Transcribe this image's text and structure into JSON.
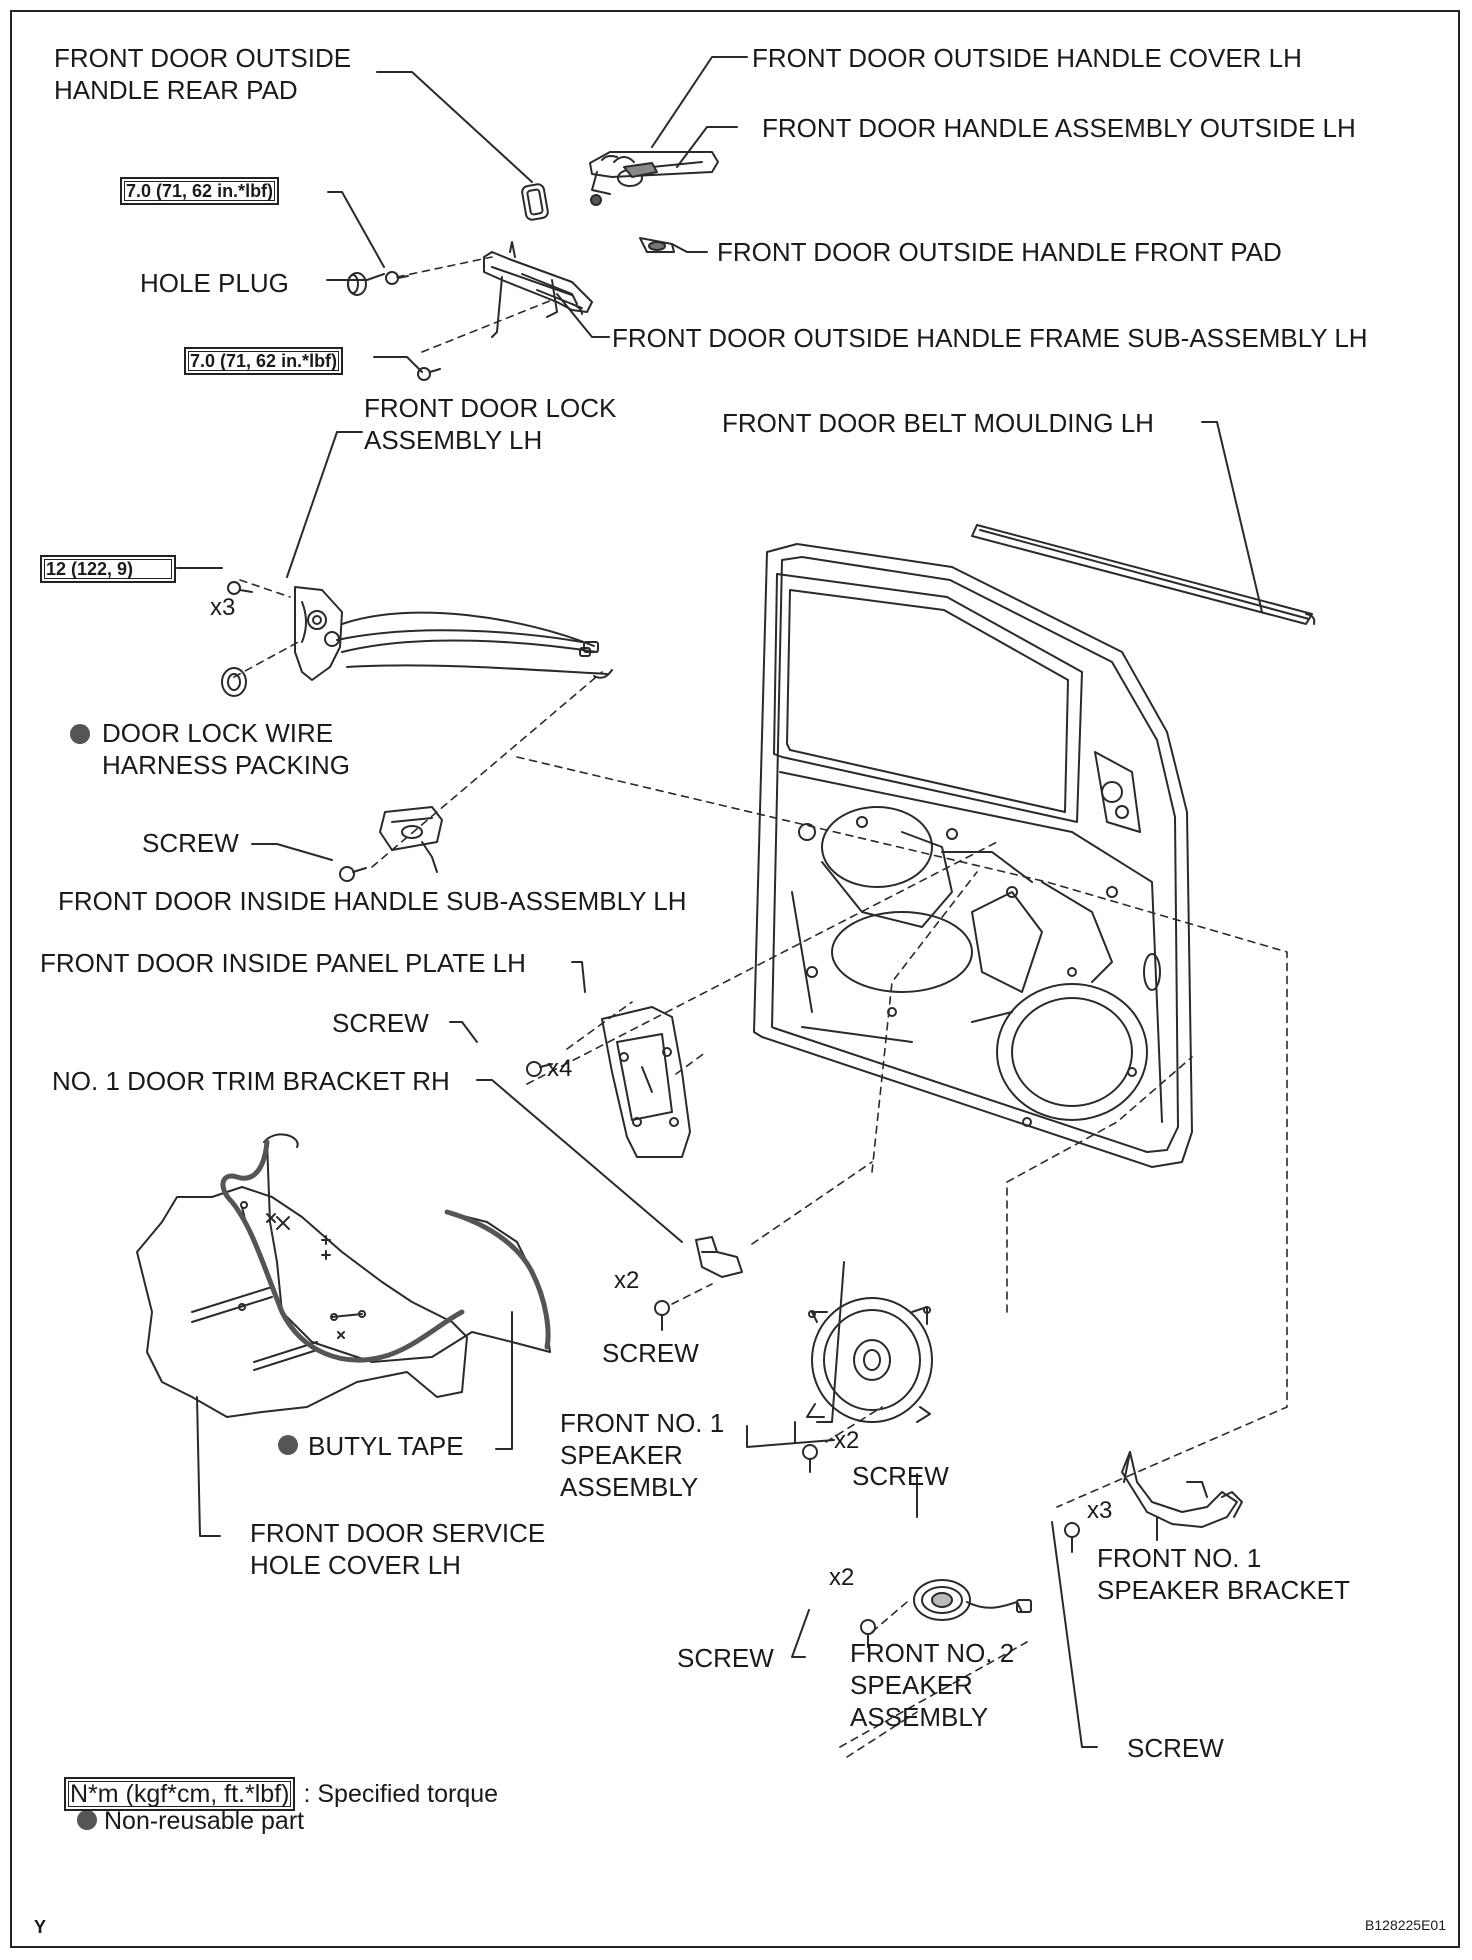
{
  "labels": {
    "rear_pad": "FRONT DOOR OUTSIDE HANDLE REAR PAD",
    "handle_cover": "FRONT DOOR OUTSIDE HANDLE COVER LH",
    "handle_assembly": "FRONT DOOR HANDLE ASSEMBLY OUTSIDE LH",
    "front_pad": "FRONT DOOR OUTSIDE HANDLE FRONT PAD",
    "hole_plug": "HOLE PLUG",
    "handle_frame": "FRONT DOOR OUTSIDE HANDLE FRAME SUB-ASSEMBLY LH",
    "lock_assembly": "FRONT DOOR LOCK ASSEMBLY LH",
    "belt_moulding": "FRONT DOOR BELT MOULDING LH",
    "wire_packing": "DOOR LOCK WIRE HARNESS PACKING",
    "screw": "SCREW",
    "inside_handle": "FRONT DOOR INSIDE HANDLE SUB-ASSEMBLY LH",
    "panel_plate": "FRONT DOOR INSIDE PANEL PLATE LH",
    "trim_bracket": "NO. 1 DOOR TRIM BRACKET RH",
    "butyl_tape": "BUTYL TAPE",
    "service_cover": "FRONT DOOR SERVICE HOLE COVER LH",
    "speaker1": "FRONT NO. 1 SPEAKER ASSEMBLY",
    "speaker_bracket": "FRONT NO. 1 SPEAKER BRACKET",
    "speaker2": "FRONT NO. 2 SPEAKER ASSEMBLY"
  },
  "torques": {
    "t1": "7.0 (71, 62 in.*lbf)",
    "t2": "7.0 (71, 62 in.*lbf)",
    "t3": "12 (122, 9)"
  },
  "quantities": {
    "lock_bolts": "x3",
    "panel_screws": "x4",
    "bracket_screws": "x2",
    "speaker1_screws": "x2",
    "speaker_bracket_screws": "x3",
    "speaker2_screws": "x2"
  },
  "legend": {
    "torque_box": "N*m (kgf*cm, ft.*lbf)",
    "torque_text": ": Specified torque",
    "nonreusable": "Non-reusable part"
  },
  "footer": {
    "left": "Y",
    "right": "B128225E01"
  }
}
